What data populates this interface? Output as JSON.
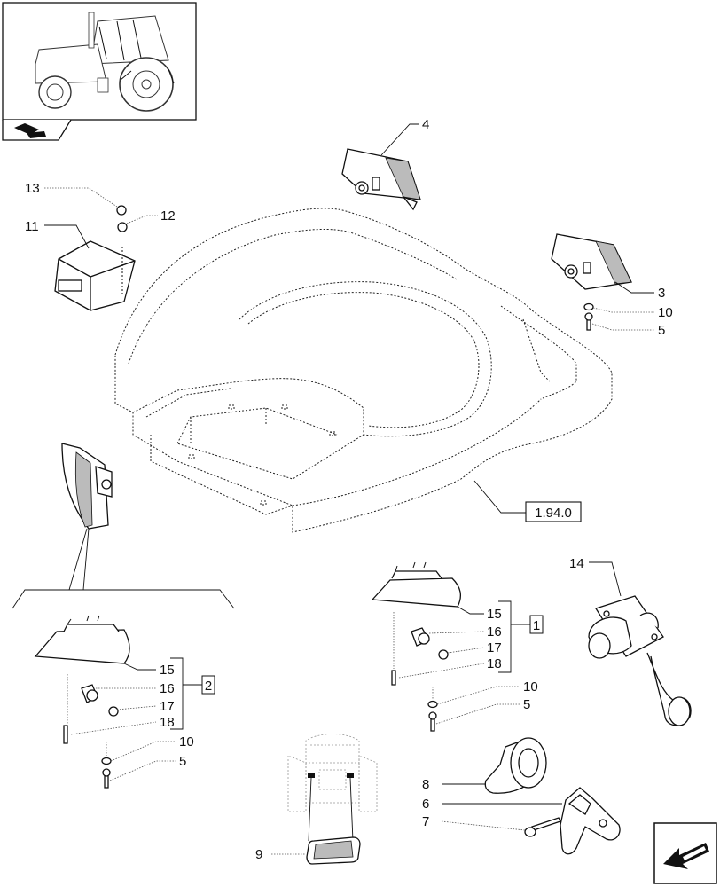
{
  "callouts": {
    "c4": "4",
    "c13": "13",
    "c12": "12",
    "c11": "11",
    "c3": "3",
    "c10a": "10",
    "c5a": "5",
    "c15a": "15",
    "c16a": "16",
    "c17a": "17",
    "c18a": "18",
    "c10b": "10",
    "c5b": "5",
    "c15b": "15",
    "c16b": "16",
    "c17b": "17",
    "c18b": "18",
    "c10c": "10",
    "c5c": "5",
    "c14": "14",
    "c8": "8",
    "c6": "6",
    "c7": "7",
    "c9": "9"
  },
  "references": {
    "cab_ref": "1.94.0",
    "group1": "1",
    "group2": "2"
  },
  "icons": {
    "thumbnail": "tractor-icon",
    "section": "folder-icon",
    "nav": "next-arrow-icon"
  }
}
